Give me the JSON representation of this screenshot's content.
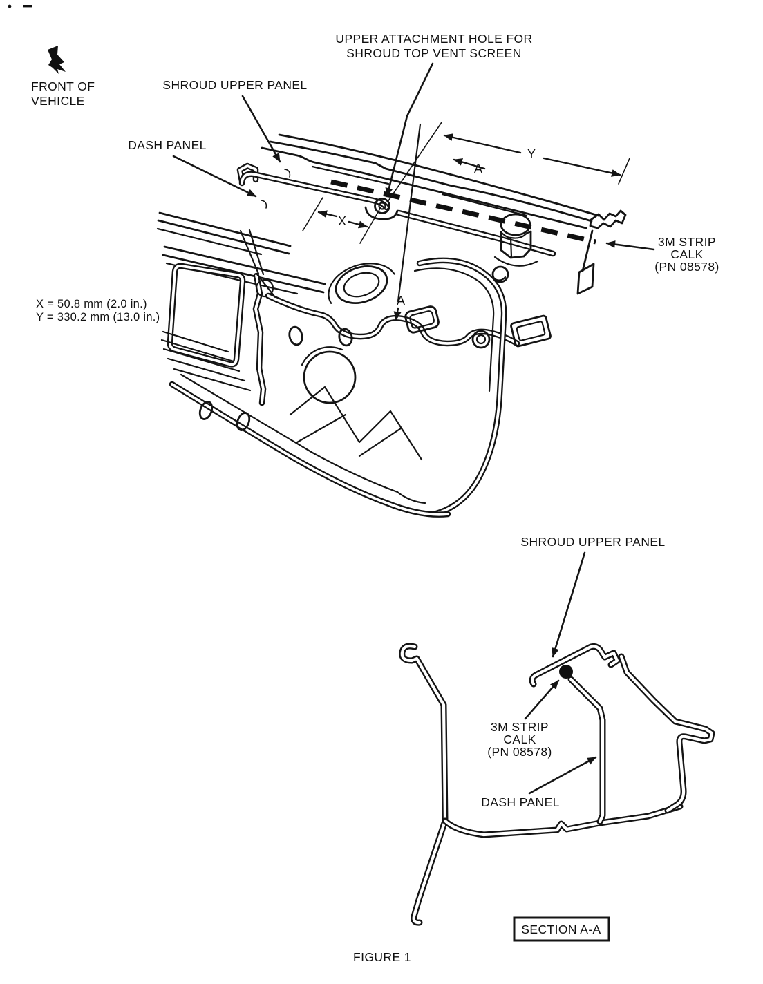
{
  "figure": {
    "caption": "FIGURE 1",
    "section_box_label": "SECTION A-A"
  },
  "orientation": {
    "line1": "FRONT OF",
    "line2": "VEHICLE",
    "icon": "front-direction-arrow-icon"
  },
  "main_view": {
    "labels": {
      "shroud_upper_panel": "SHROUD UPPER PANEL",
      "dash_panel": "DASH PANEL",
      "upper_attachment_line1": "UPPER ATTACHMENT HOLE FOR",
      "upper_attachment_line2": "SHROUD TOP VENT SCREEN",
      "strip_calk_line1": "3M STRIP",
      "strip_calk_line2": "CALK",
      "strip_calk_line3": "(PN 08578)",
      "dim_x_letter": "X",
      "dim_y_letter": "Y",
      "section_letter_top": "A",
      "section_letter_bottom": "A"
    },
    "dimensions": {
      "x_value": "X = 50.8 mm (2.0 in.)",
      "y_value": "Y = 330.2 mm (13.0 in.)"
    }
  },
  "section_view": {
    "labels": {
      "shroud_upper_panel": "SHROUD UPPER PANEL",
      "strip_calk_line1": "3M STRIP",
      "strip_calk_line2": "CALK",
      "strip_calk_line3": "(PN 08578)",
      "dash_panel": "DASH PANEL"
    }
  },
  "colors": {
    "ink": "#101010",
    "paper": "#ffffff"
  }
}
